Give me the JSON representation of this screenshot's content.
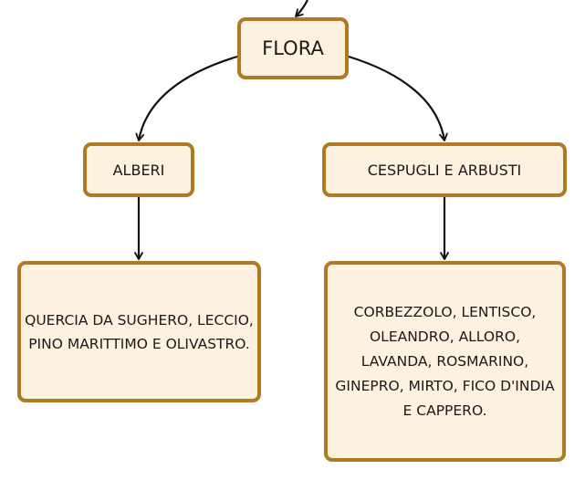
{
  "diagram": {
    "nodes": {
      "flora": {
        "label": "FLORA"
      },
      "alberi": {
        "label": "ALBERI"
      },
      "cespugli": {
        "label": "CESPUGLI E ARBUSTI"
      },
      "alberi_list": {
        "label": "QUERCIA DA SUGHERO, LECCIO, PINO MARITTIMO E OLIVASTRO."
      },
      "cespugli_list": {
        "label": "CORBEZZOLO, LENTISCO, OLEANDRO, ALLORO, LAVANDA, ROSMARINO, GINEPRO, MIRTO, FICO D'INDIA E CAPPERO."
      }
    },
    "edges": [
      {
        "from": "parent",
        "to": "flora"
      },
      {
        "from": "flora",
        "to": "alberi"
      },
      {
        "from": "flora",
        "to": "cespugli"
      },
      {
        "from": "alberi",
        "to": "alberi_list"
      },
      {
        "from": "cespugli",
        "to": "cespugli_list"
      }
    ],
    "colors": {
      "node_border": "#b07a22",
      "node_fill": "#fdf1e0",
      "edge": "#111111"
    }
  }
}
